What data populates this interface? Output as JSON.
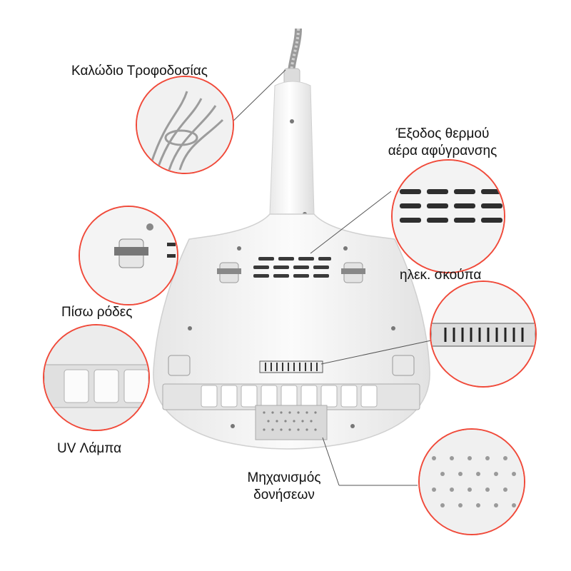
{
  "labels": {
    "power_cord": "Καλώδιο Τροφοδοσίας",
    "hot_air_outlet_line1": "Έξοδος θερμού",
    "hot_air_outlet_line2": "αέρα αφύγρανσης",
    "vacuum": "ηλεκ. σκούπα",
    "rear_wheels": "Πίσω ρόδες",
    "uv_lamp": "UV Λάμπα",
    "vibration_line1": "Μηχανισμός",
    "vibration_line2": "δονήσεων"
  },
  "colors": {
    "accent_circle": "#f04a3a",
    "device_body": "#f4f4f4",
    "leader_line": "#555555"
  }
}
